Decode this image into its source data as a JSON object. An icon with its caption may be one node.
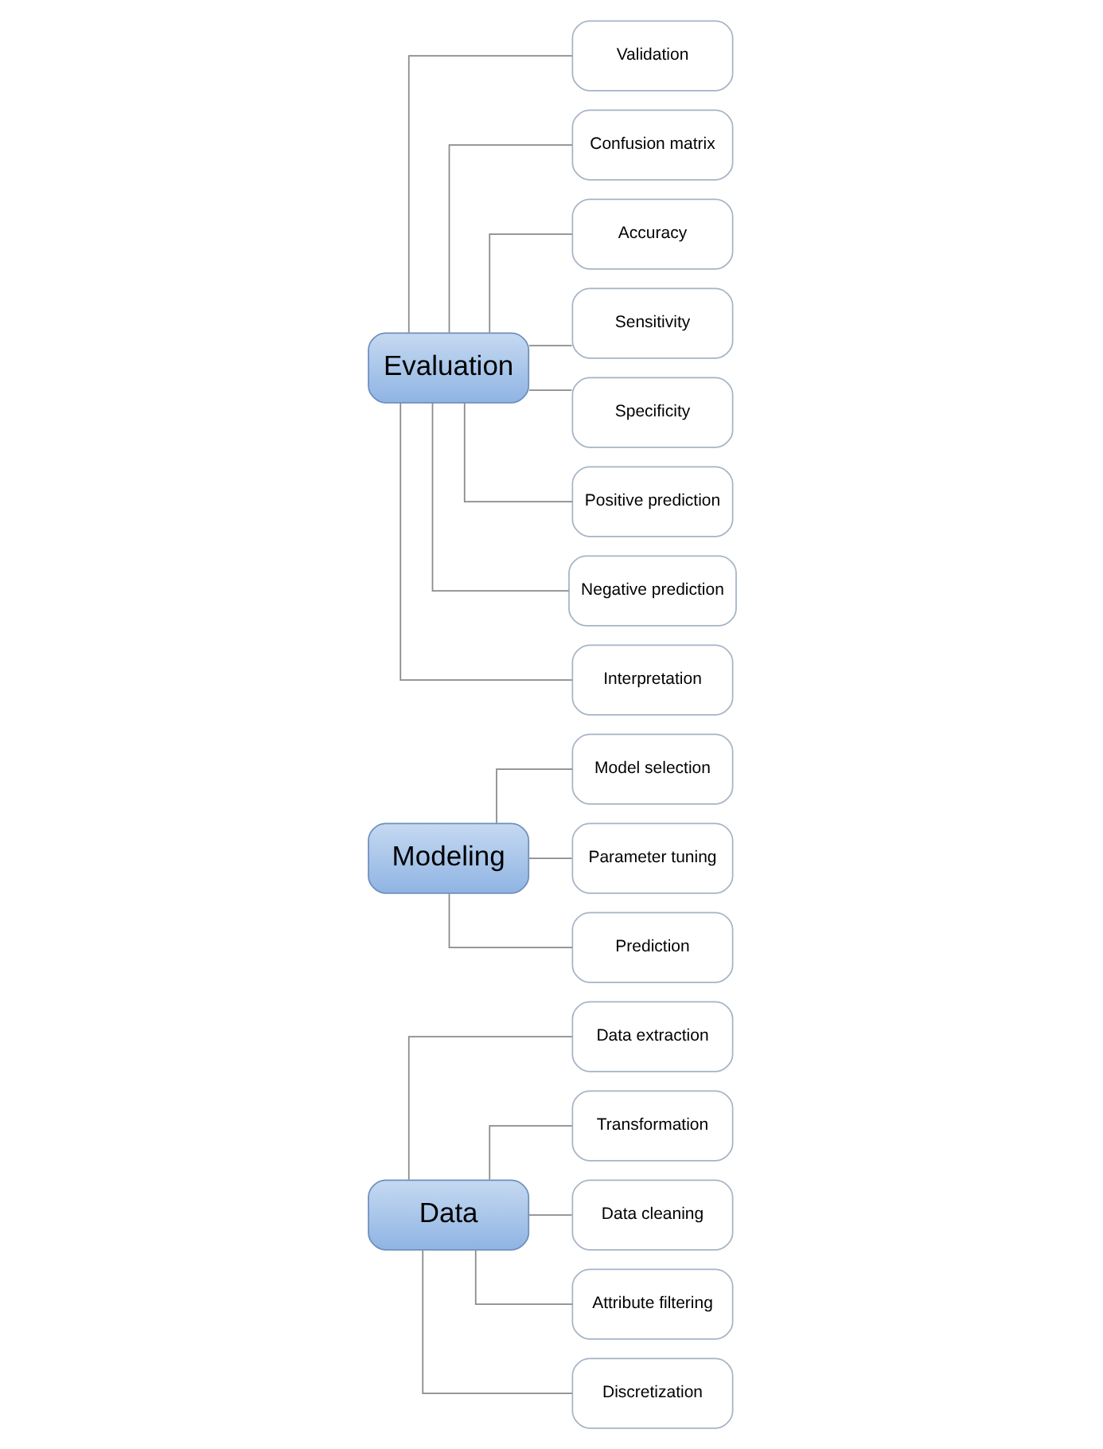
{
  "diagram": {
    "nodes": [
      {
        "text": [
          "Data"
        ]
      },
      {
        "text": [
          "Data extraction"
        ]
      },
      {
        "text": [
          "Transformation"
        ]
      },
      {
        "text": [
          "Data cleaning"
        ]
      },
      {
        "text": [
          "Attribute filtering"
        ]
      },
      {
        "text": [
          "Discretization"
        ]
      },
      {
        "text": [
          "Modeling"
        ]
      },
      {
        "text": [
          "Model selection"
        ]
      },
      {
        "text": [
          "Parameter tuning"
        ]
      },
      {
        "text": [
          "Prediction"
        ]
      },
      {
        "text": [
          "Evaluation"
        ]
      },
      {
        "text": [
          "Validation"
        ]
      },
      {
        "text": [
          "Confusion matrix"
        ]
      },
      {
        "text": [
          "Accuracy"
        ]
      },
      {
        "text": [
          "Sensitivity"
        ]
      },
      {
        "text": [
          "Specificity"
        ]
      },
      {
        "text": [
          "Positive prediction"
        ]
      },
      {
        "text": [
          "Negative prediction"
        ]
      },
      {
        "text": [
          "Interpretation"
        ]
      }
    ],
    "edges": [
      {
        "from": 0,
        "to": 1,
        "arrow": "none"
      },
      {
        "from": 0,
        "to": 2,
        "arrow": "none"
      },
      {
        "from": 0,
        "to": 3,
        "arrow": "none"
      },
      {
        "from": 0,
        "to": 4,
        "arrow": "none"
      },
      {
        "from": 0,
        "to": 5,
        "arrow": "none"
      },
      {
        "from": 6,
        "to": 7,
        "arrow": "none"
      },
      {
        "from": 6,
        "to": 8,
        "arrow": "none"
      },
      {
        "from": 6,
        "to": 9,
        "arrow": "none"
      },
      {
        "from": 10,
        "to": 11,
        "arrow": "none"
      },
      {
        "from": 10,
        "to": 12,
        "arrow": "none"
      },
      {
        "from": 10,
        "to": 13,
        "arrow": "none"
      },
      {
        "from": 10,
        "to": 14,
        "arrow": "none"
      },
      {
        "from": 10,
        "to": 15,
        "arrow": "none"
      },
      {
        "from": 10,
        "to": 16,
        "arrow": "none"
      },
      {
        "from": 10,
        "to": 17,
        "arrow": "none"
      },
      {
        "from": 10,
        "to": 18,
        "arrow": "none"
      }
    ]
  }
}
